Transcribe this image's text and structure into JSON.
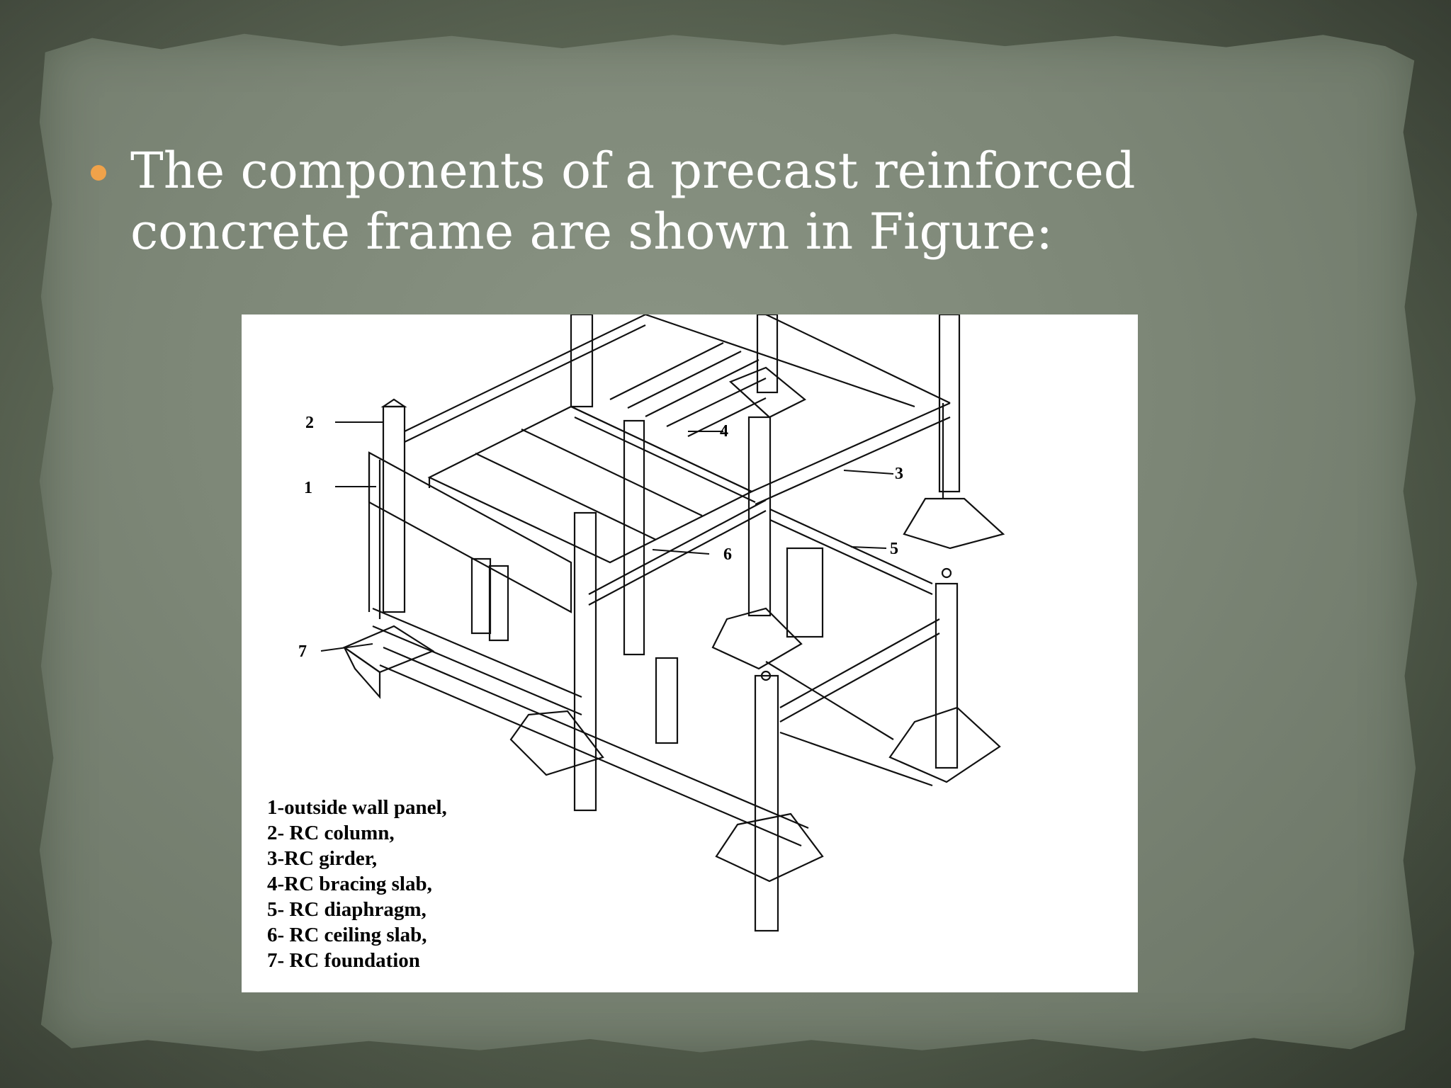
{
  "slide": {
    "bullet_text": "The components of a precast reinforced concrete frame are shown in Figure:",
    "accent_color": "#f0a24a"
  },
  "figure": {
    "callouts": [
      "2",
      "1",
      "7",
      "4",
      "3",
      "6",
      "5"
    ],
    "legend": [
      "1-outside  wall panel,",
      "2- RC column,",
      "3-RC girder,",
      "4-RC bracing slab,",
      "5- RC diaphragm,",
      "6- RC ceiling slab,",
      "7- RC foundation"
    ]
  }
}
